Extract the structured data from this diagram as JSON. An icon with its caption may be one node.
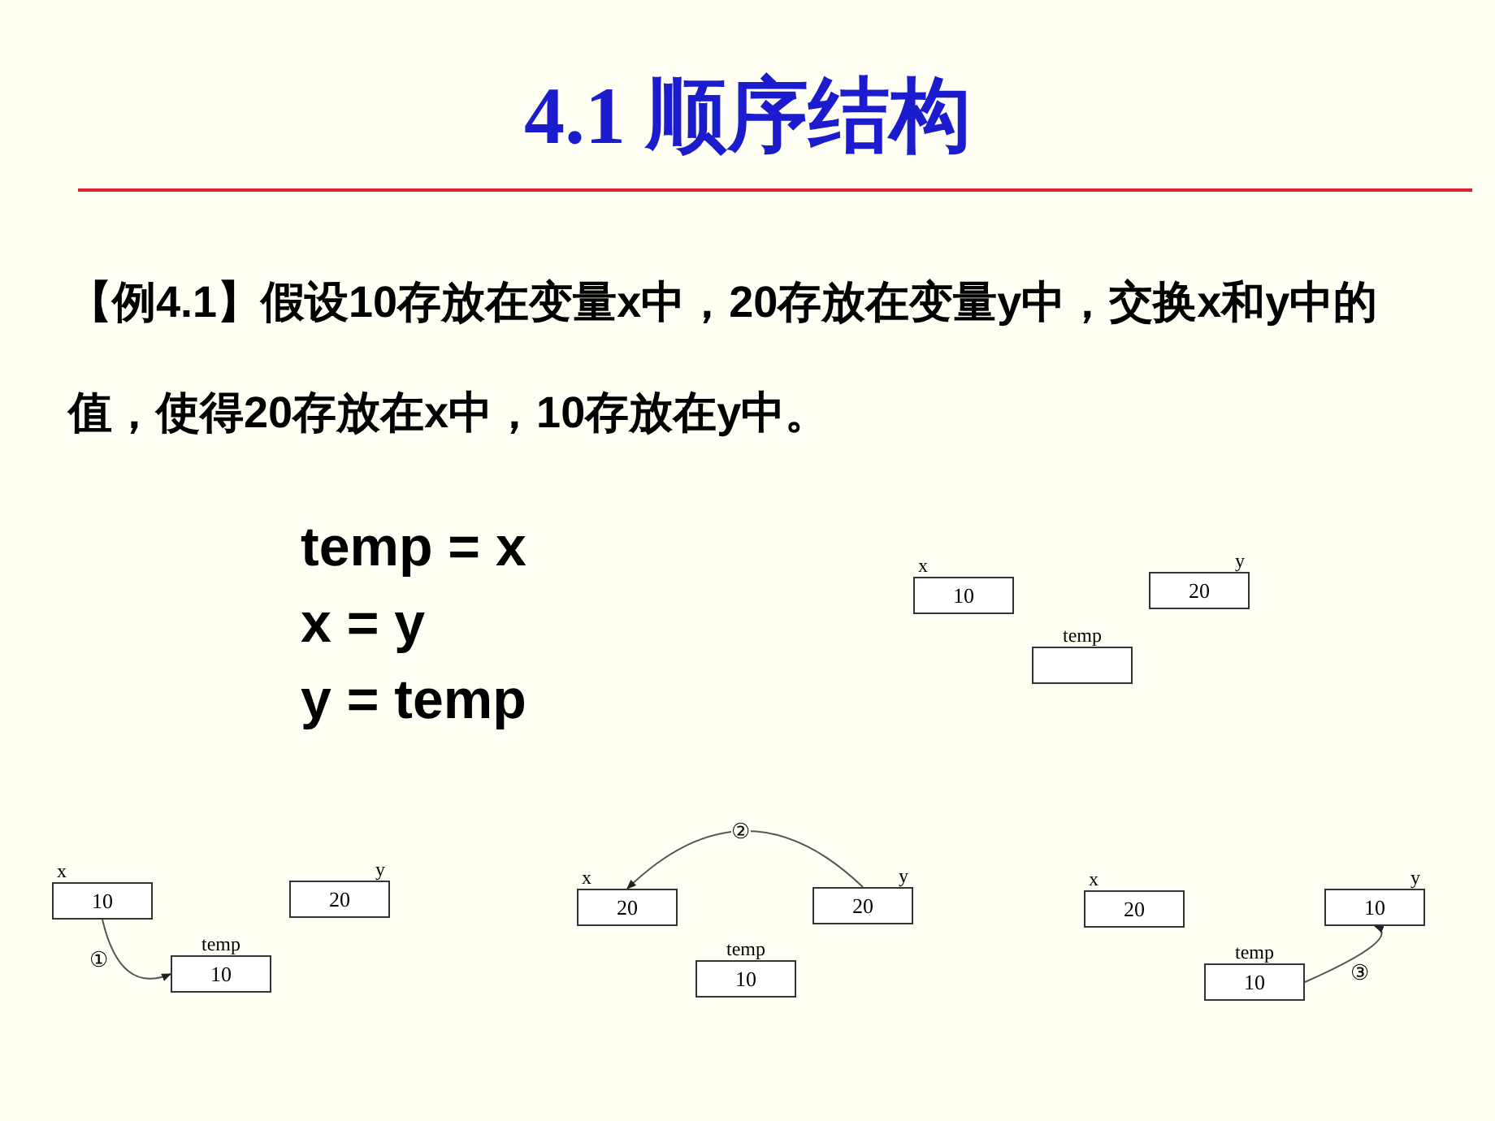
{
  "diagram": {
    "title": "4.1 顺序结构",
    "nodes": [
      {
        "text": [
          "x",
          "10"
        ]
      },
      {
        "text": [
          "y",
          "20"
        ]
      },
      {
        "text": [
          "temp"
        ]
      },
      {
        "text": [
          "x",
          "10"
        ]
      },
      {
        "text": [
          "y",
          "20"
        ]
      },
      {
        "text": [
          "temp",
          "10"
        ]
      },
      {
        "text": [
          "x",
          "20"
        ]
      },
      {
        "text": [
          "y",
          "20"
        ]
      },
      {
        "text": [
          "temp",
          "10"
        ]
      },
      {
        "text": [
          "x",
          "20"
        ]
      },
      {
        "text": [
          "y",
          "10"
        ]
      },
      {
        "text": [
          "temp",
          "10"
        ]
      }
    ],
    "edges": [
      {
        "from": 3,
        "to": 5,
        "arrow": "to",
        "label": "①"
      },
      {
        "from": 7,
        "to": 6,
        "arrow": "to",
        "label": "②"
      },
      {
        "from": 11,
        "to": 10,
        "arrow": "to",
        "label": "③"
      }
    ],
    "labels": [
      "【例4.1】假设10存放在变量x中，20存放在变量y中，交换x和y中的值，使得20存放在x中，10存放在y中。",
      "temp = x",
      "x = y",
      "y = temp"
    ]
  }
}
